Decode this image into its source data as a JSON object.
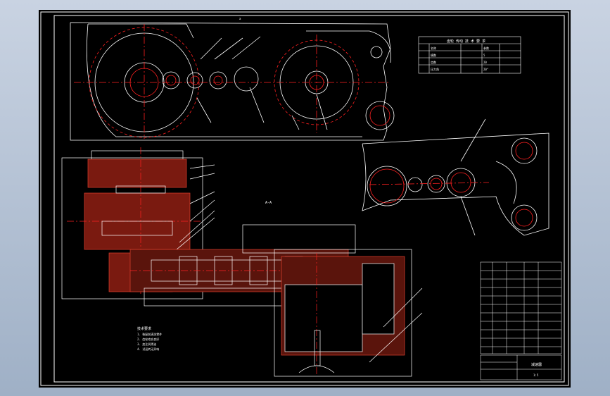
{
  "colors": {
    "viewport_bg": "#b4c1d3",
    "sheet_bg": "#000000",
    "line": "#ffffff",
    "accent": "#ff2020",
    "hatch": "#e04030"
  },
  "drawing": {
    "view_labels": {
      "section_a": "A-A",
      "dim_top": "a"
    },
    "tech_table": {
      "title": "齿轮 传动 技 术 要 求",
      "rows": [
        {
          "label": "名称",
          "value": "参数"
        },
        {
          "label": "模数",
          "value": "5"
        },
        {
          "label": "齿数",
          "value": "20"
        },
        {
          "label": "压力角",
          "value": "20°"
        }
      ]
    },
    "notes_title": "技术要求",
    "notes_lines": [
      "1. 装配前清洗零件",
      "2. 齿轮啮合良好",
      "3. 加注润滑油",
      "4. 试运转无异响"
    ],
    "title_block": {
      "name": "减速器",
      "sheet": "1:5"
    }
  }
}
